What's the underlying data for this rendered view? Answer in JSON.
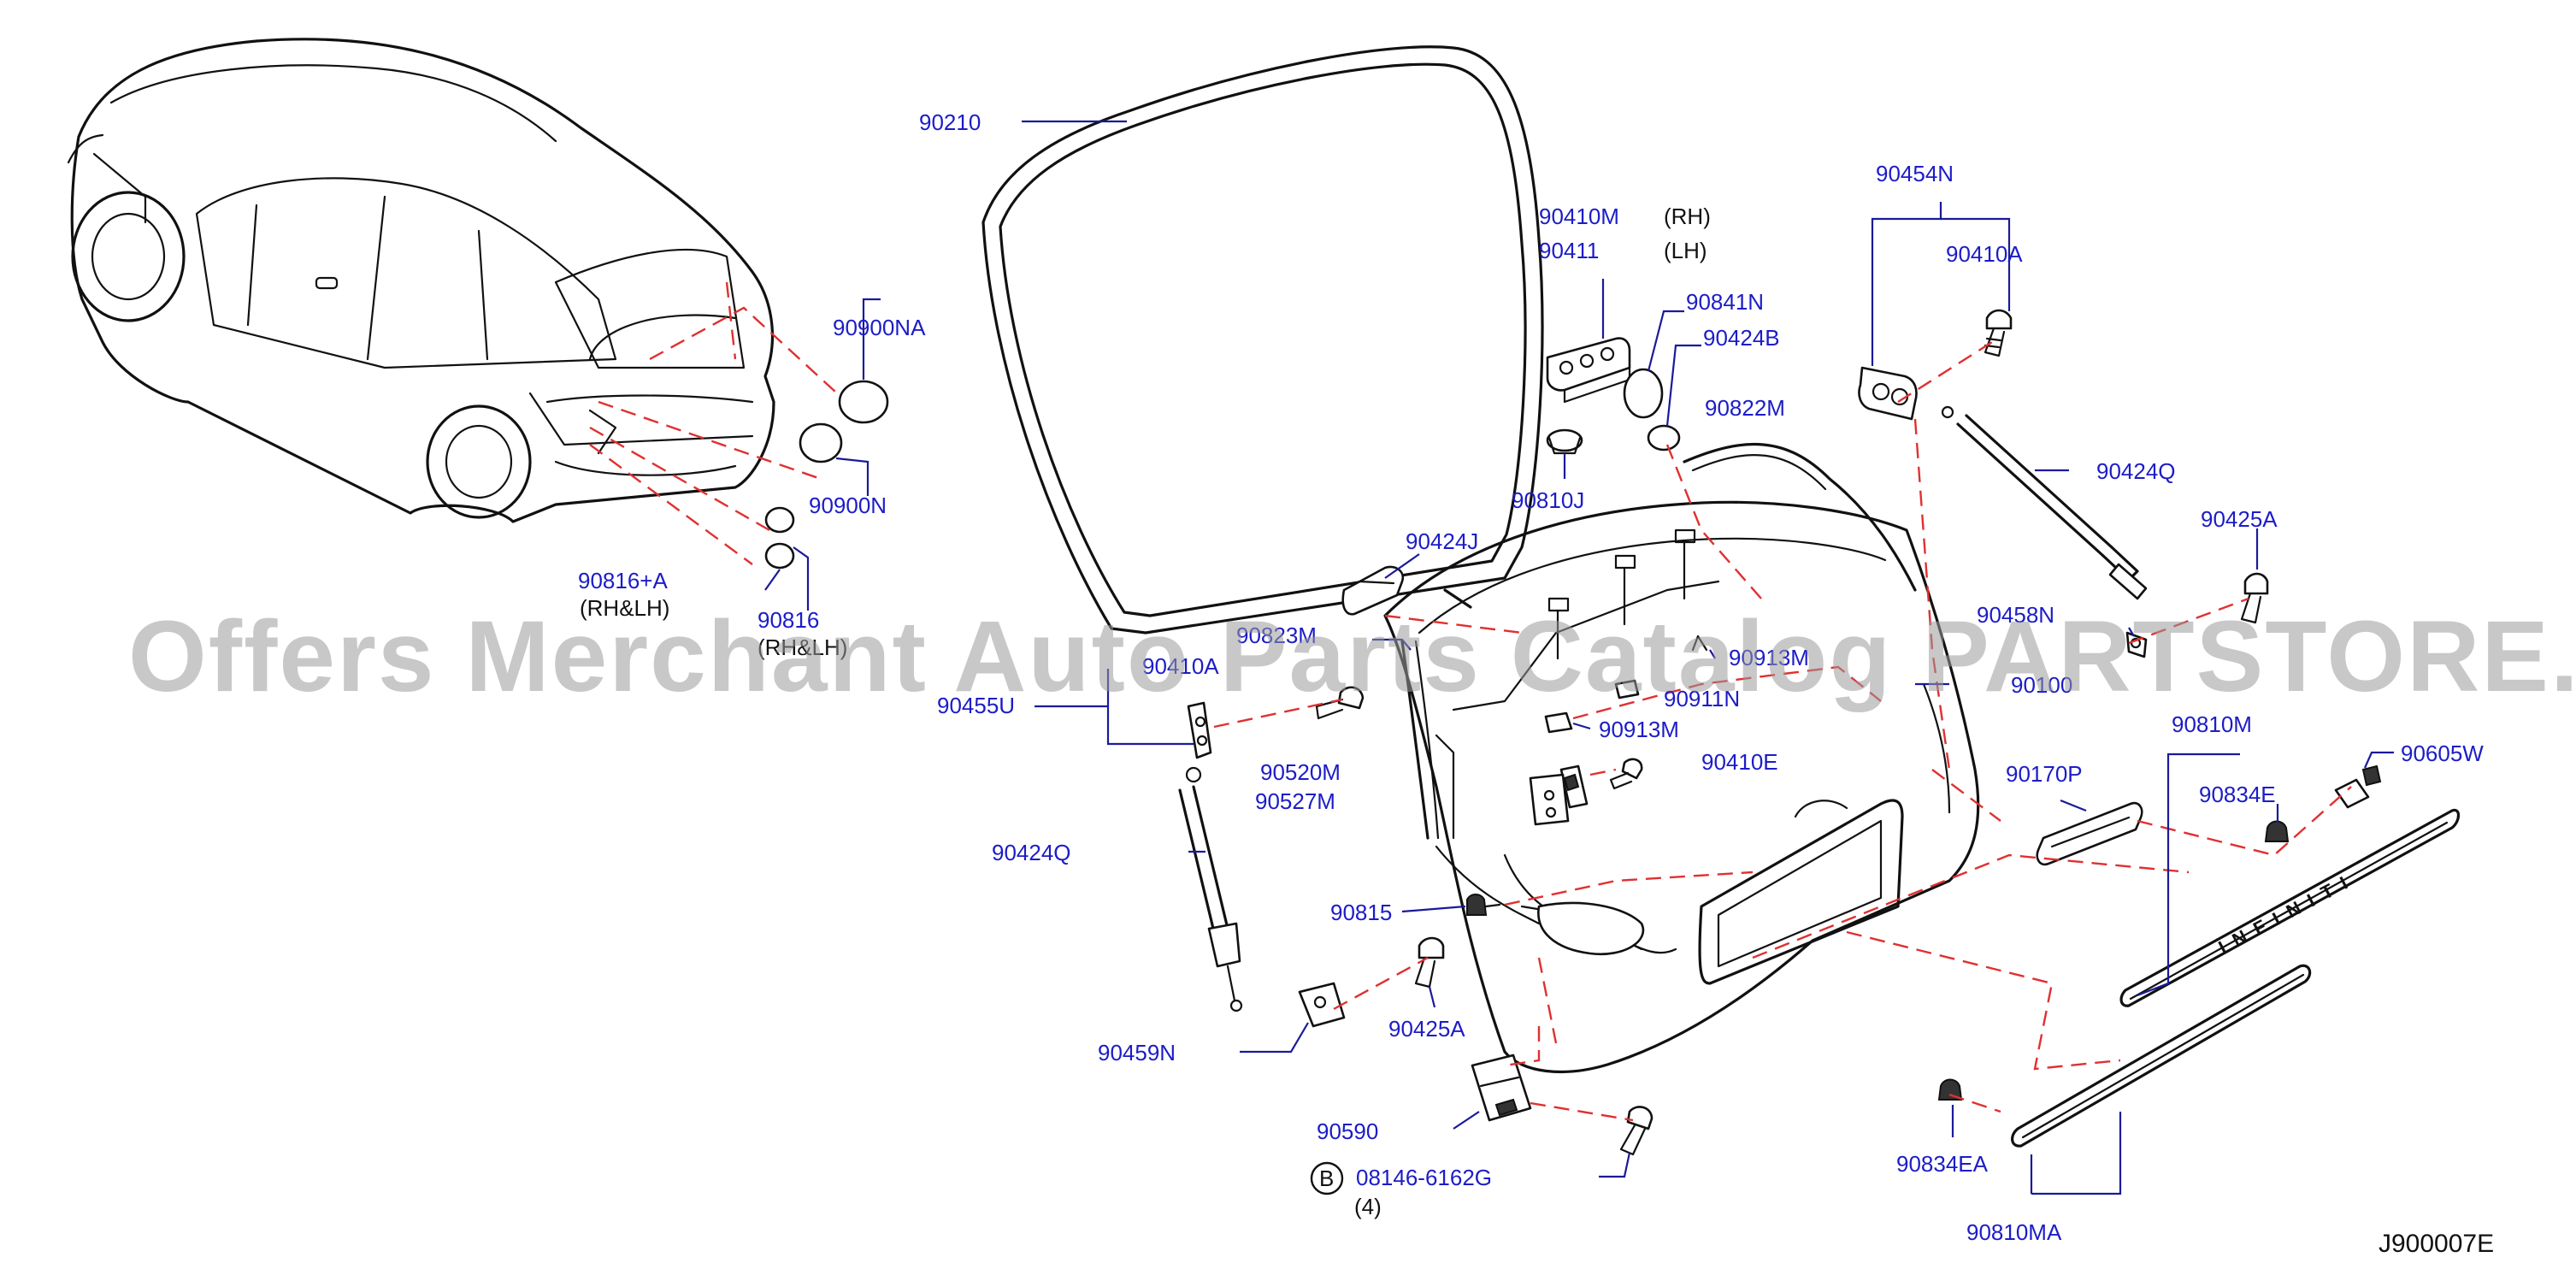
{
  "diagram": {
    "code": "J900007E",
    "watermark": "Offers Merchant Auto Parts Catalog PARTSTORE.SA",
    "emblem_text": "INFINITI",
    "labels": [
      {
        "id": "90210",
        "text": "90210"
      },
      {
        "id": "90410M",
        "text": "90410M"
      },
      {
        "id": "90410M_side",
        "text": "(RH)"
      },
      {
        "id": "90411",
        "text": "90411"
      },
      {
        "id": "90411_side",
        "text": "(LH)"
      },
      {
        "id": "90841N",
        "text": "90841N"
      },
      {
        "id": "90424B",
        "text": "90424B"
      },
      {
        "id": "90822M",
        "text": "90822M"
      },
      {
        "id": "90810J",
        "text": "90810J"
      },
      {
        "id": "90454N",
        "text": "90454N"
      },
      {
        "id": "90410A",
        "text": "90410A"
      },
      {
        "id": "90424Q_r",
        "text": "90424Q"
      },
      {
        "id": "90425A_r",
        "text": "90425A"
      },
      {
        "id": "90458N",
        "text": "90458N"
      },
      {
        "id": "90900NA",
        "text": "90900NA"
      },
      {
        "id": "90900N",
        "text": "90900N"
      },
      {
        "id": "90816A",
        "text": "90816+A"
      },
      {
        "id": "90816A_side",
        "text": "(RH&LH)"
      },
      {
        "id": "90816",
        "text": "90816"
      },
      {
        "id": "90816_side",
        "text": "(RH&LH)"
      },
      {
        "id": "90424J",
        "text": "90424J"
      },
      {
        "id": "90823M",
        "text": "90823M"
      },
      {
        "id": "90410A_l",
        "text": "90410A"
      },
      {
        "id": "90455U",
        "text": "90455U"
      },
      {
        "id": "90913M_a",
        "text": "90913M"
      },
      {
        "id": "90911N",
        "text": "90911N"
      },
      {
        "id": "90100",
        "text": "90100"
      },
      {
        "id": "90913M_b",
        "text": "90913M"
      },
      {
        "id": "90520M",
        "text": "90520M"
      },
      {
        "id": "90527M",
        "text": "90527M"
      },
      {
        "id": "90410E",
        "text": "90410E"
      },
      {
        "id": "90424Q_l",
        "text": "90424Q"
      },
      {
        "id": "90815",
        "text": "90815"
      },
      {
        "id": "90425A_l",
        "text": "90425A"
      },
      {
        "id": "90459N",
        "text": "90459N"
      },
      {
        "id": "90590",
        "text": "90590"
      },
      {
        "id": "bolt_ref",
        "text": "08146-6162G"
      },
      {
        "id": "bolt_qty",
        "text": "(4)"
      },
      {
        "id": "bolt_marker",
        "text": "B"
      },
      {
        "id": "90810M",
        "text": "90810M"
      },
      {
        "id": "90834E",
        "text": "90834E"
      },
      {
        "id": "90605W",
        "text": "90605W"
      },
      {
        "id": "90170P",
        "text": "90170P"
      },
      {
        "id": "90834EA",
        "text": "90834EA"
      },
      {
        "id": "90810MA",
        "text": "90810MA"
      }
    ]
  }
}
